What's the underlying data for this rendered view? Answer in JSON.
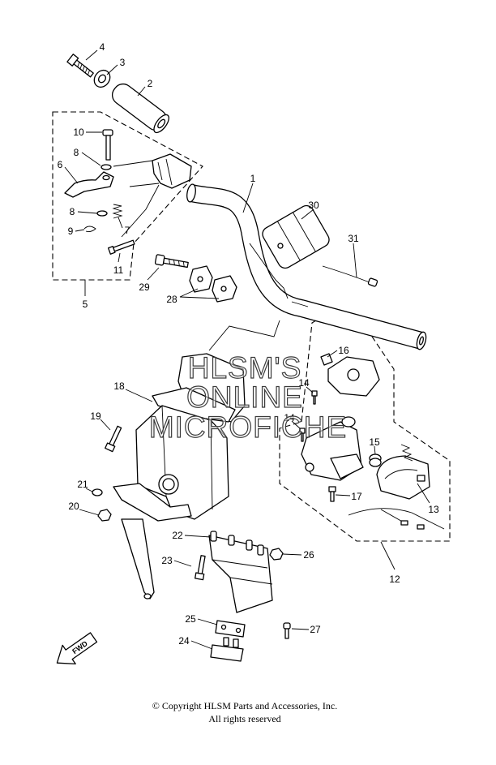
{
  "callouts": [
    "4",
    "3",
    "2",
    "10",
    "8",
    "6",
    "8",
    "7",
    "9",
    "11",
    "5",
    "1",
    "30",
    "31",
    "29",
    "28",
    "16",
    "18",
    "14",
    "14",
    "19",
    "15",
    "21",
    "17",
    "20",
    "13",
    "22",
    "26",
    "23",
    "12",
    "25",
    "27",
    "24"
  ],
  "watermark": {
    "line1": "HLSM'S",
    "line2": "ONLINE",
    "line3": "MICROFICHE"
  },
  "fwd_label": "FWD",
  "copyright": {
    "line1": "© Copyright HLSM Parts and Accessories, Inc.",
    "line2": "All rights reserved"
  }
}
